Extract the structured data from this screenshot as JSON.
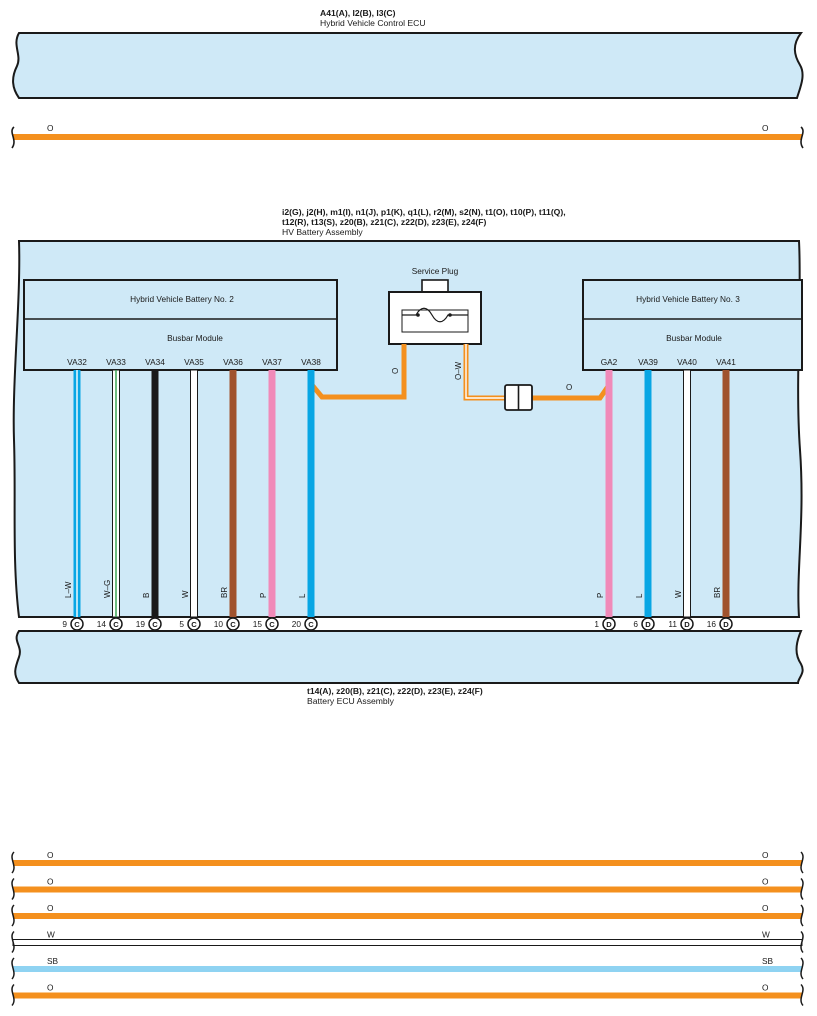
{
  "colors": {
    "ecu_fill": "#cfe9f7",
    "orange": "#f4901e",
    "sky": "#8fd3f2",
    "black": "#1a1a1a",
    "pink": "#f08ab9",
    "brown": "#a0522d",
    "blue": "#08a6e4",
    "green": "#2fa04a"
  },
  "hv_control_ecu": {
    "codes": "A41(A), I2(B), I3(C)",
    "name": "Hybrid Vehicle Control ECU"
  },
  "top_wire": {
    "color_code": "O",
    "end_labels": [
      "O",
      "O"
    ]
  },
  "hv_battery_assembly": {
    "codes_line1": "i2(G), j2(H), m1(I), n1(J), p1(K), q1(L), r2(M), s2(N), t1(O), t10(P), t11(Q),",
    "codes_line2": "t12(R), t13(S), z20(B), z21(C), z22(D), z23(E), z24(F)",
    "name": "HV Battery Assembly"
  },
  "battery_no2": {
    "name": "Hybrid Vehicle Battery No. 2",
    "module": "Busbar Module"
  },
  "battery_no3": {
    "name": "Hybrid Vehicle Battery No. 3",
    "module": "Busbar Module"
  },
  "service_plug": {
    "label": "Service Plug"
  },
  "plug_wires": {
    "left": "O",
    "right": "O–W",
    "link": "O"
  },
  "left_terminals": [
    {
      "name": "VA32",
      "wire": "L–W",
      "pin": "9",
      "conn": "C",
      "bottom_name": "VA32",
      "color": "#08a6e4",
      "stripe": "#ffffff"
    },
    {
      "name": "VA33",
      "wire": "W–G",
      "pin": "14",
      "conn": "C",
      "bottom_name": "VA33",
      "color": "#ffffff",
      "stripe": "#2fa04a"
    },
    {
      "name": "VA34",
      "wire": "B",
      "pin": "19",
      "conn": "C",
      "bottom_name": "VA34",
      "color": "#1a1a1a",
      "stripe": ""
    },
    {
      "name": "VA35",
      "wire": "W",
      "pin": "5",
      "conn": "C",
      "bottom_name": "VA35",
      "color": "#ffffff",
      "stripe": ""
    },
    {
      "name": "VA36",
      "wire": "BR",
      "pin": "10",
      "conn": "C",
      "bottom_name": "VA36",
      "color": "#a0522d",
      "stripe": ""
    },
    {
      "name": "VA37",
      "wire": "P",
      "pin": "15",
      "conn": "C",
      "bottom_name": "VA37",
      "color": "#f08ab9",
      "stripe": ""
    },
    {
      "name": "VA38",
      "wire": "L",
      "pin": "20",
      "conn": "C",
      "bottom_name": "VA38",
      "color": "#08a6e4",
      "stripe": ""
    }
  ],
  "right_terminals": [
    {
      "name": "GA2",
      "wire": "P",
      "pin": "1",
      "conn": "D",
      "bottom_name": "GA2",
      "color": "#f08ab9",
      "stripe": ""
    },
    {
      "name": "VA39",
      "wire": "L",
      "pin": "6",
      "conn": "D",
      "bottom_name": "VA39",
      "color": "#08a6e4",
      "stripe": ""
    },
    {
      "name": "VA40",
      "wire": "W",
      "pin": "11",
      "conn": "D",
      "bottom_name": "VA40",
      "color": "#ffffff",
      "stripe": ""
    },
    {
      "name": "VA41",
      "wire": "BR",
      "pin": "16",
      "conn": "D",
      "bottom_name": "VA41",
      "color": "#a0522d",
      "stripe": ""
    }
  ],
  "battery_ecu": {
    "codes": "t14(A), z20(B), z21(C), z22(D), z23(E), z24(F)",
    "name": "Battery ECU Assembly"
  },
  "bottom_wires": [
    {
      "color_code": "O",
      "end_label": "O",
      "color": "#f4901e"
    },
    {
      "color_code": "O",
      "end_label": "O",
      "color": "#f4901e"
    },
    {
      "color_code": "O",
      "end_label": "O",
      "color": "#f4901e"
    },
    {
      "color_code": "W",
      "end_label": "W",
      "color": "#ffffff"
    },
    {
      "color_code": "SB",
      "end_label": "SB",
      "color": "#8fd3f2"
    },
    {
      "color_code": "O",
      "end_label": "O",
      "color": "#f4901e"
    }
  ]
}
